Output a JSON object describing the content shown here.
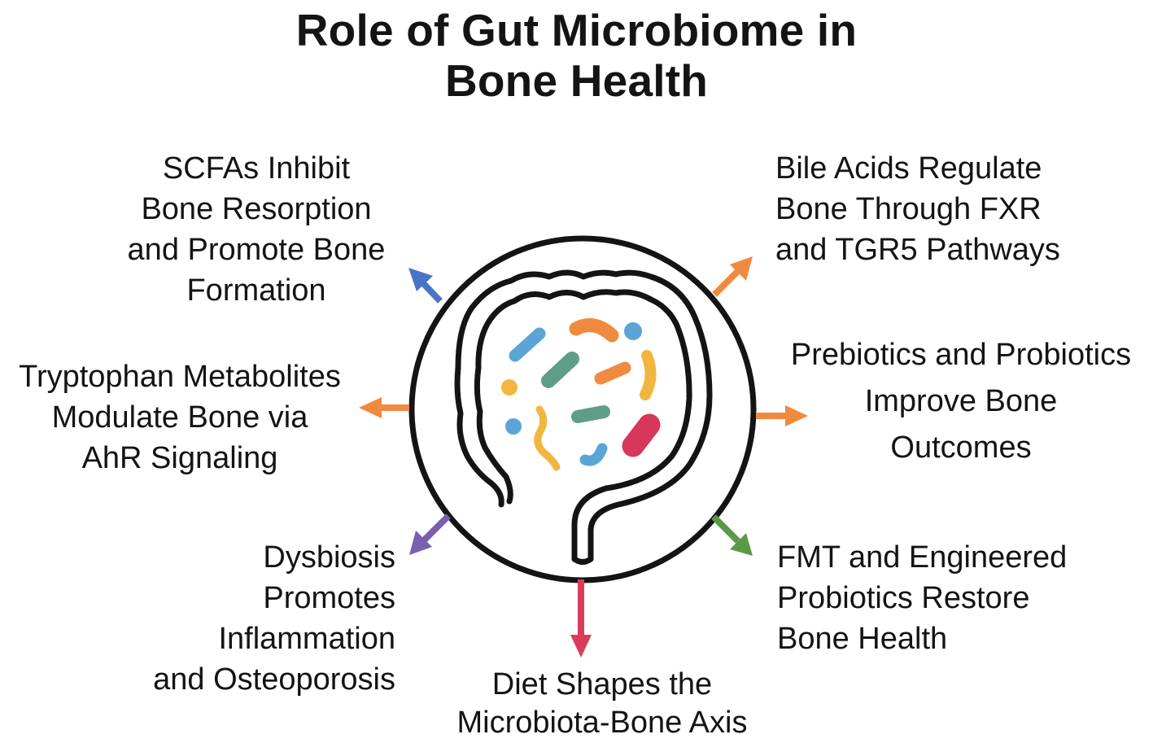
{
  "title": {
    "line1": "Role of Gut Microbiome in",
    "line2": "Bone Health"
  },
  "labels": {
    "scfas": [
      "SCFAs Inhibit",
      "Bone Resorption",
      "and Promote Bone",
      "Formation"
    ],
    "bile": [
      "Bile Acids Regulate",
      "Bone Through FXR",
      "and TGR5 Pathways"
    ],
    "tryptophan": [
      "Tryptophan Metabolites",
      "Modulate Bone via",
      "AhR Signaling"
    ],
    "prebiotics": [
      "Prebiotics and Probiotics",
      "Improve Bone",
      "Outcomes"
    ],
    "dysbiosis": [
      "Dysbiosis",
      "Promotes",
      "Inflammation",
      "and Osteoporosis"
    ],
    "fmt": [
      "FMT and Engineered",
      "Probiotics Restore",
      "Bone Health"
    ],
    "diet": [
      "Diet Shapes the",
      "Microbiota-Bone Axis"
    ]
  },
  "colors": {
    "scfas_arrow": "#4a74c4",
    "bile_arrow": "#f08a3e",
    "tryptophan_arrow": "#f08a3e",
    "prebiotics_arrow": "#f08a3e",
    "dysbiosis_arrow": "#7a5fb0",
    "fmt_arrow": "#5a9a46",
    "diet_arrow": "#dc3c5c",
    "bacteria_blue": "#5aa5d6",
    "bacteria_green": "#5f9e86",
    "bacteria_orange": "#f08a3e",
    "bacteria_yellow": "#f2b640",
    "bacteria_red": "#d8365a"
  },
  "icons": [
    "gut-microbiome-icon"
  ]
}
